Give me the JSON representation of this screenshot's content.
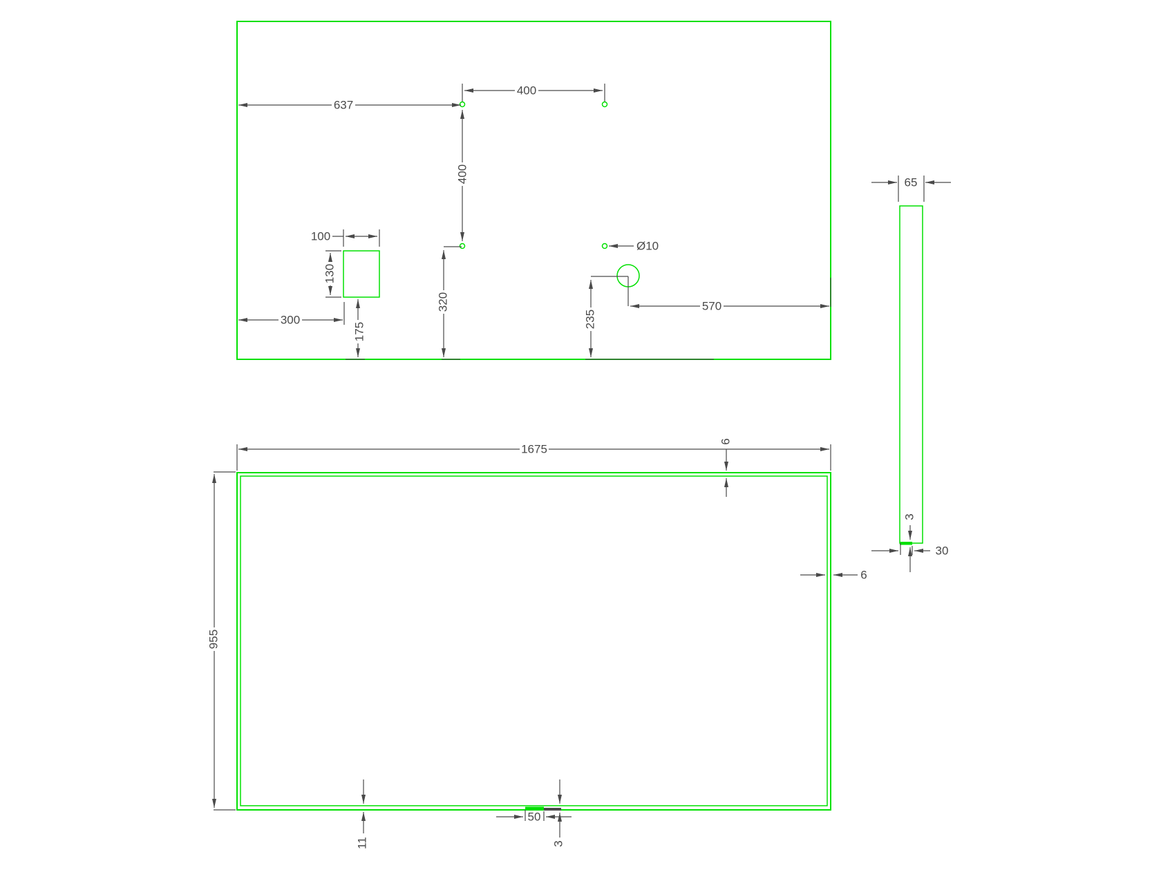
{
  "colors": {
    "background": "#ffffff",
    "geometry": "#00e000",
    "dimension": "#4a4a4a"
  },
  "dims": {
    "top": {
      "d637": "637",
      "d400h": "400",
      "d400v": "400",
      "d100": "100",
      "d130": "130",
      "d300": "300",
      "d175": "175",
      "d320": "320",
      "d235": "235",
      "d570": "570",
      "dia10": "Ø10"
    },
    "front": {
      "d1675": "1675",
      "d955": "955",
      "d6_top": "6",
      "d6_right": "6",
      "d11": "11",
      "d50": "50",
      "d3": "3"
    },
    "side": {
      "d65": "65",
      "d3": "3",
      "d30": "30"
    }
  }
}
